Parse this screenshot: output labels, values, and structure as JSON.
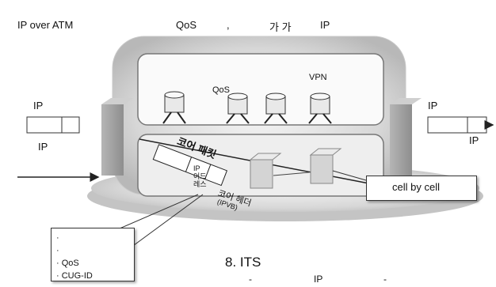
{
  "header": {
    "left": "IP over ATM",
    "mid": "QoS",
    "comma": ",",
    "right_korean": "가 가",
    "right_ip": "IP"
  },
  "diagram": {
    "inner_qos": "QoS",
    "inner_vpn": "VPN",
    "left_ip_top": "IP",
    "left_ip_bottom": "IP",
    "right_ip_top": "IP",
    "right_ip_bottom": "IP",
    "core_packet": "코어 패킷",
    "ip_address_lines": [
      "IP",
      "어드",
      "레스"
    ],
    "core_header": "코어 헤더",
    "core_header_sub": "(IPVB)",
    "cell_label": "cell by cell",
    "bullets": [
      "",
      "",
      "QoS",
      "CUG-ID"
    ]
  },
  "caption": {
    "title": "8. ITS",
    "dash1": "-",
    "ip": "IP",
    "dash2": "-"
  }
}
